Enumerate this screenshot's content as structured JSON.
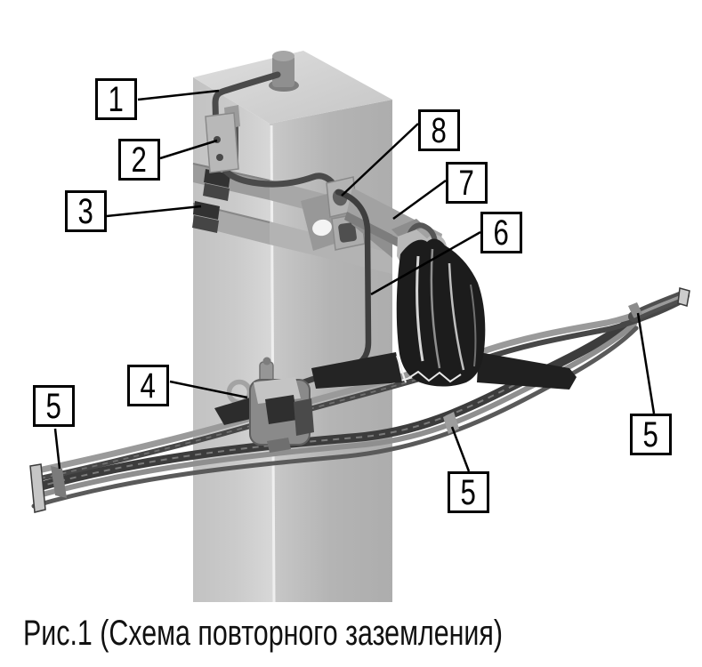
{
  "figure": {
    "caption": "Рис.1 (Схема повторного заземления)",
    "number": "Рис.1"
  },
  "callouts": [
    {
      "label": "1"
    },
    {
      "label": "2"
    },
    {
      "label": "3"
    },
    {
      "label": "4"
    },
    {
      "label": "5"
    },
    {
      "label": "5"
    },
    {
      "label": "5"
    },
    {
      "label": "6"
    },
    {
      "label": "7"
    },
    {
      "label": "8"
    }
  ],
  "colors": {
    "background": "#ffffff",
    "outline": "#000000",
    "pole_light": "#d4d4d4",
    "pole_shade": "#aeaeae",
    "wire": "#4a4a4a",
    "cable_dark": "#3c3c3c",
    "cable_light": "#949494",
    "clamp_body": "#1c1c1c"
  }
}
